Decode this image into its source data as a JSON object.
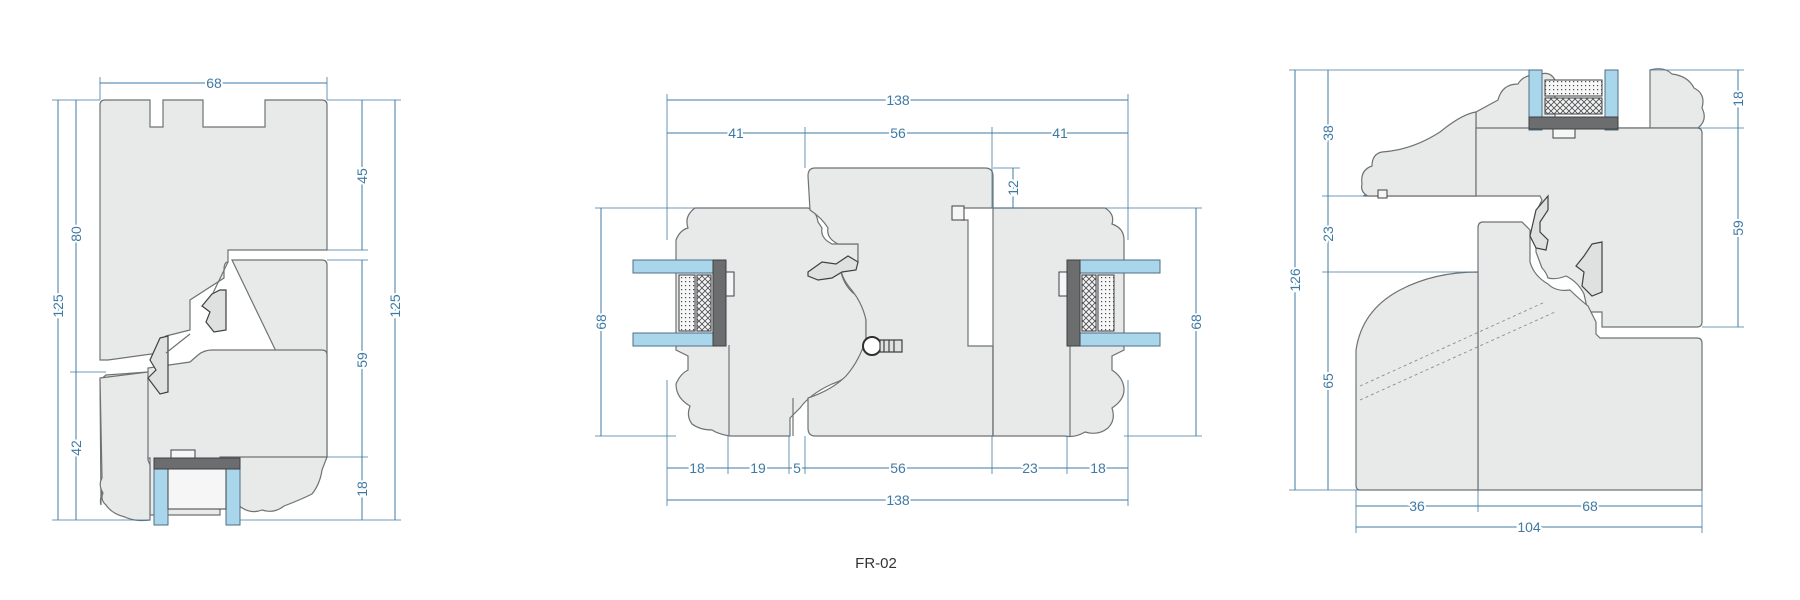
{
  "caption": "FR-02",
  "left_section": {
    "dims": {
      "top_width": "68",
      "left_overall": "125",
      "left_upper": "80",
      "left_lower": "42",
      "right_overall": "125",
      "right_top": "45",
      "right_mid": "59",
      "right_bottom": "18"
    }
  },
  "middle_section": {
    "dims": {
      "top_total": "138",
      "top_left": "41",
      "top_center": "56",
      "top_right": "41",
      "notch": "12",
      "left_height": "68",
      "right_height": "68",
      "bottom_1": "18",
      "bottom_2": "19",
      "bottom_3": "5",
      "bottom_4": "56",
      "bottom_5": "23",
      "bottom_6": "18",
      "bottom_total": "138"
    }
  },
  "right_section": {
    "dims": {
      "left_overall": "126",
      "left_1": "38",
      "left_2": "23",
      "left_3": "65",
      "right_1": "18",
      "right_2": "59",
      "bottom_1": "36",
      "bottom_2": "68",
      "bottom_total": "104"
    }
  }
}
